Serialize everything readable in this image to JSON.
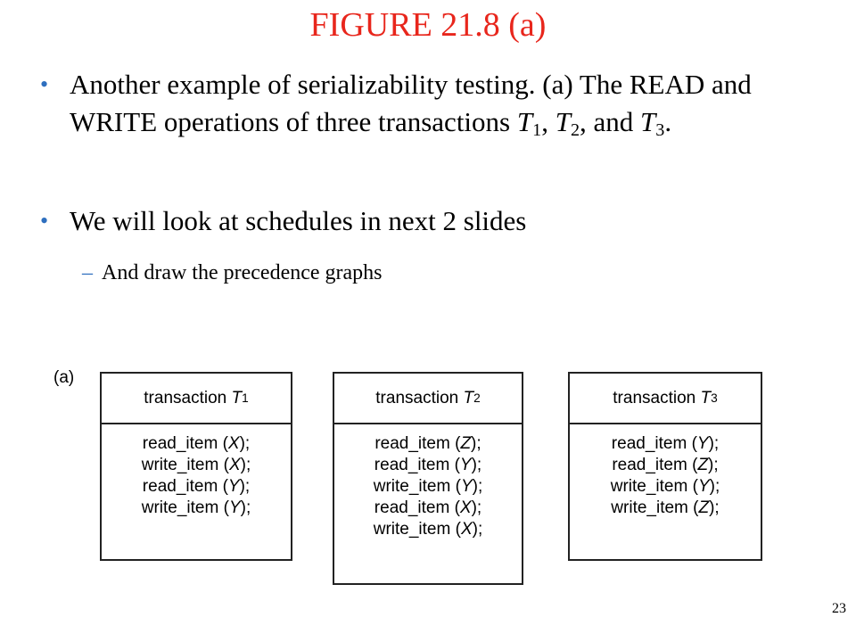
{
  "slide": {
    "title": "FIGURE 21.8 (a)",
    "bullet_symbol": "•",
    "bullet1": {
      "text_part1": "Another example of serializability testing. (a) The READ and WRITE operations of three transactions ",
      "t": "T",
      "sub1": "1",
      "sep1": ", ",
      "sub2": "2",
      "sep2": ", and ",
      "sub3": "3",
      "end": "."
    },
    "bullet2": "We will look at schedules in next 2 slides",
    "sub_dash": "–",
    "sub_bullet": "And draw the precedence graphs",
    "page_number": "23"
  },
  "figure": {
    "label": "(a)",
    "transactions": [
      {
        "header_prefix": "transaction ",
        "t": "T",
        "sub": "1",
        "ops": [
          {
            "op": "read_item (",
            "item": "X",
            "end": ");"
          },
          {
            "op": "write_item (",
            "item": "X",
            "end": ");"
          },
          {
            "op": "read_item (",
            "item": "Y",
            "end": ");"
          },
          {
            "op": "write_item (",
            "item": "Y",
            "end": ");"
          }
        ]
      },
      {
        "header_prefix": "transaction ",
        "t": "T",
        "sub": "2",
        "ops": [
          {
            "op": "read_item (",
            "item": "Z",
            "end": ");"
          },
          {
            "op": "read_item (",
            "item": "Y",
            "end": ");"
          },
          {
            "op": "write_item (",
            "item": "Y",
            "end": ");"
          },
          {
            "op": "read_item (",
            "item": "X",
            "end": ");"
          },
          {
            "op": "write_item (",
            "item": "X",
            "end": ");"
          }
        ]
      },
      {
        "header_prefix": "transaction ",
        "t": "T",
        "sub": "3",
        "ops": [
          {
            "op": "read_item (",
            "item": "Y",
            "end": ");"
          },
          {
            "op": "read_item (",
            "item": "Z",
            "end": ");"
          },
          {
            "op": "write_item (",
            "item": "Y",
            "end": ");"
          },
          {
            "op": "write_item (",
            "item": "Z",
            "end": ");"
          }
        ]
      }
    ]
  }
}
